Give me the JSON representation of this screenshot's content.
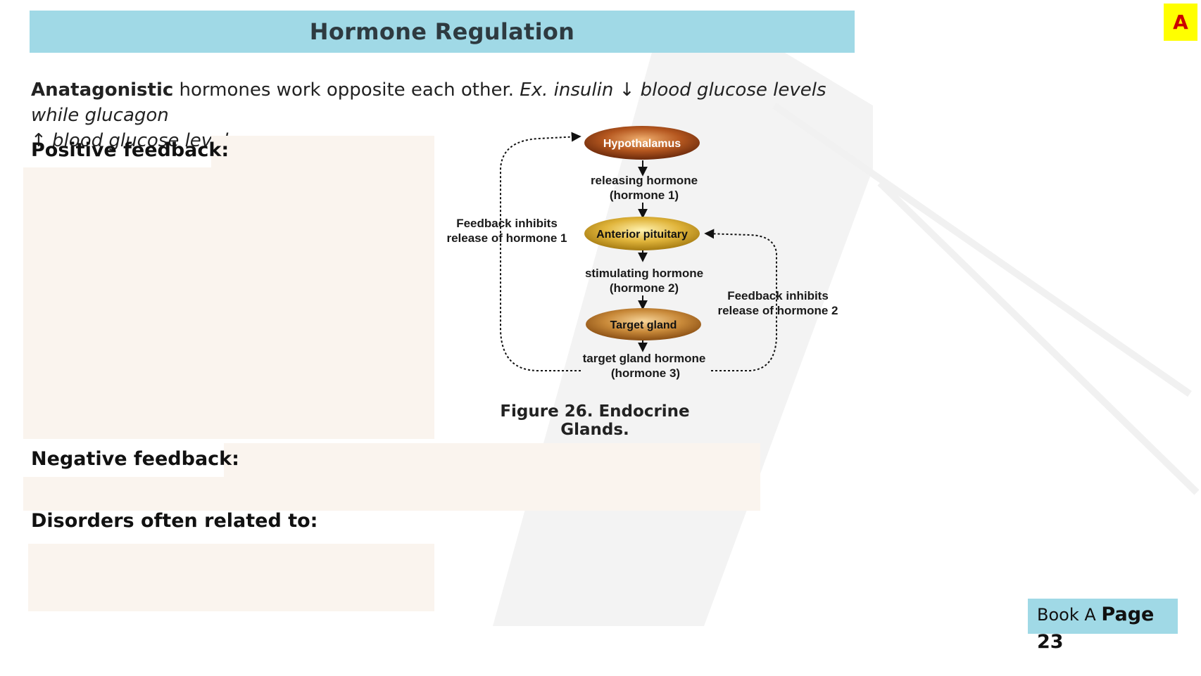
{
  "title": "Hormone Regulation",
  "badge": "A",
  "intro": {
    "term": "Anatagonistic",
    "text": " hormones work opposite each other.  ",
    "example": "Ex.  insulin ",
    "down_arrow": "↓",
    "mid": " blood glucose levels while glucagon",
    "up_arrow": "↑",
    "end": " blood glucose levels."
  },
  "sections": {
    "positive": "Positive feedback:",
    "negative": "Negative feedback:",
    "disorders": "Disorders often related to:"
  },
  "diagram": {
    "nodes": {
      "hypothalamus": "Hypothalamus",
      "anterior_pituitary": "Anterior pituitary",
      "target_gland": "Target gland"
    },
    "hormones": {
      "h1_line1": "releasing hormone",
      "h1_line2": "(hormone 1)",
      "h2_line1": "stimulating hormone",
      "h2_line2": "(hormone 2)",
      "h3_line1": "target gland hormone",
      "h3_line2": "(hormone 3)"
    },
    "feedback": {
      "left_line1": "Feedback inhibits",
      "left_line2": "release of hormone 1",
      "right_line1": "Feedback inhibits",
      "right_line2": "release of hormone 2"
    },
    "caption": "Figure 26. Endocrine Glands."
  },
  "footer": {
    "book": "Book A ",
    "page_word": "Page",
    "page_num": "23"
  },
  "colors": {
    "title_bar": "#a0d9e6",
    "badge_bg": "#ffff00",
    "badge_text": "#cc0000",
    "cover_pad": "#faf4ee",
    "node_brown": "#a0451a",
    "node_gold": "#d4a52a"
  }
}
